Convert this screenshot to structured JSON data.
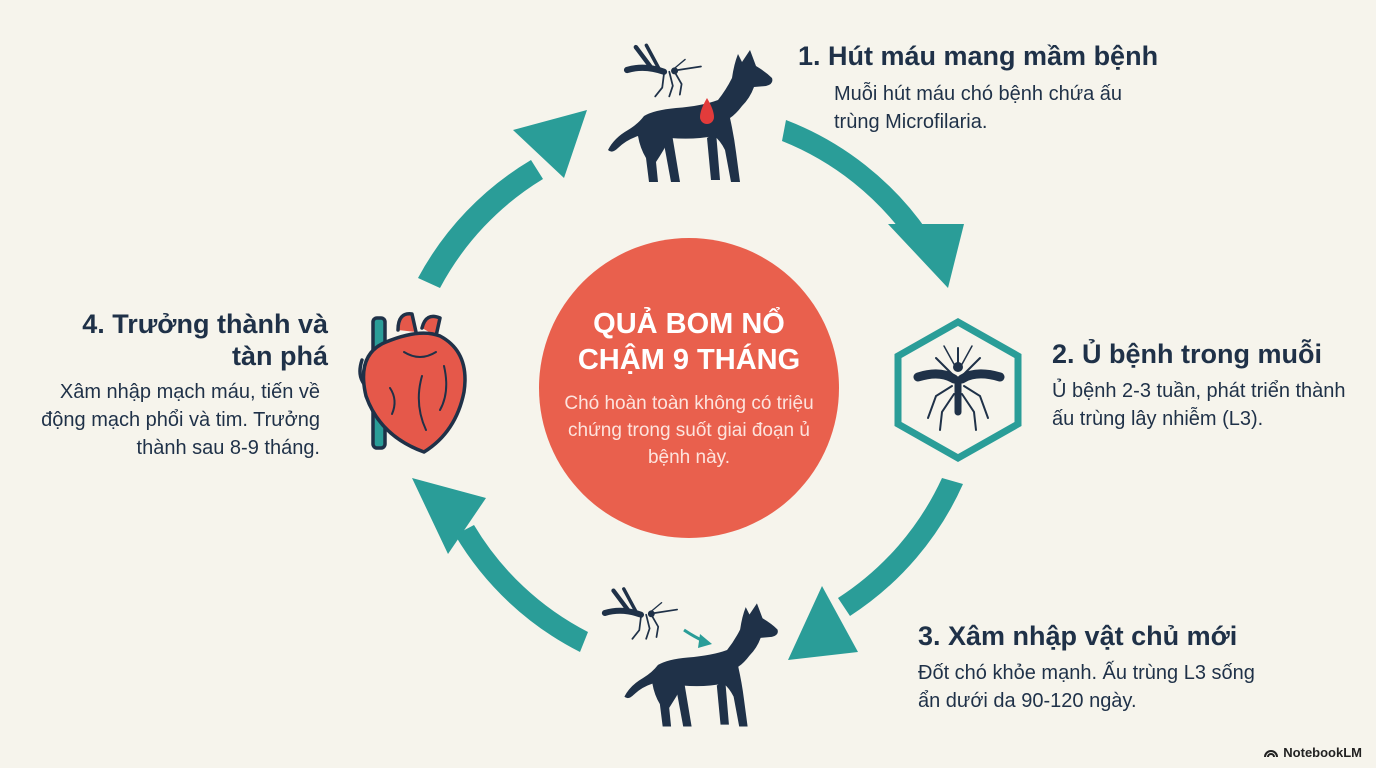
{
  "center": {
    "title": "QUẢ BOM NỔ CHẬM 9 THÁNG",
    "description": "Chó hoàn toàn không có triệu chứng trong suốt giai đoạn ủ bệnh này."
  },
  "steps": [
    {
      "title": "1. Hút máu mang mầm bệnh",
      "description": "Muỗi hút máu chó bệnh chứa ấu trùng Microfilaria.",
      "icon": "mosquito-biting-dog-icon"
    },
    {
      "title": "2. Ủ bệnh trong muỗi",
      "description": "Ủ bệnh 2-3 tuần, phát triển thành ấu trùng lây nhiễm (L3).",
      "icon": "mosquito-hexagon-icon"
    },
    {
      "title": "3. Xâm nhập vật chủ mới",
      "description": "Đốt chó khỏe mạnh. Ấu trùng L3 sống ẩn dưới da 90-120 ngày.",
      "icon": "mosquito-to-dog-icon"
    },
    {
      "title": "4. Trưởng thành và tàn phá",
      "description": "Xâm nhập mạch máu, tiến về động mạch phổi và tim. Trưởng thành sau 8-9 tháng.",
      "icon": "heart-icon"
    }
  ],
  "branding": {
    "label": "NotebookLM",
    "icon": "notebooklm-logo-icon"
  },
  "colors": {
    "background": "#f6f4ec",
    "arrow": "#2a9d98",
    "center_circle": "#e9604d",
    "dark_navy": "#1f3148",
    "heart": "#e5584a",
    "blood_drop": "#e23b3b"
  }
}
